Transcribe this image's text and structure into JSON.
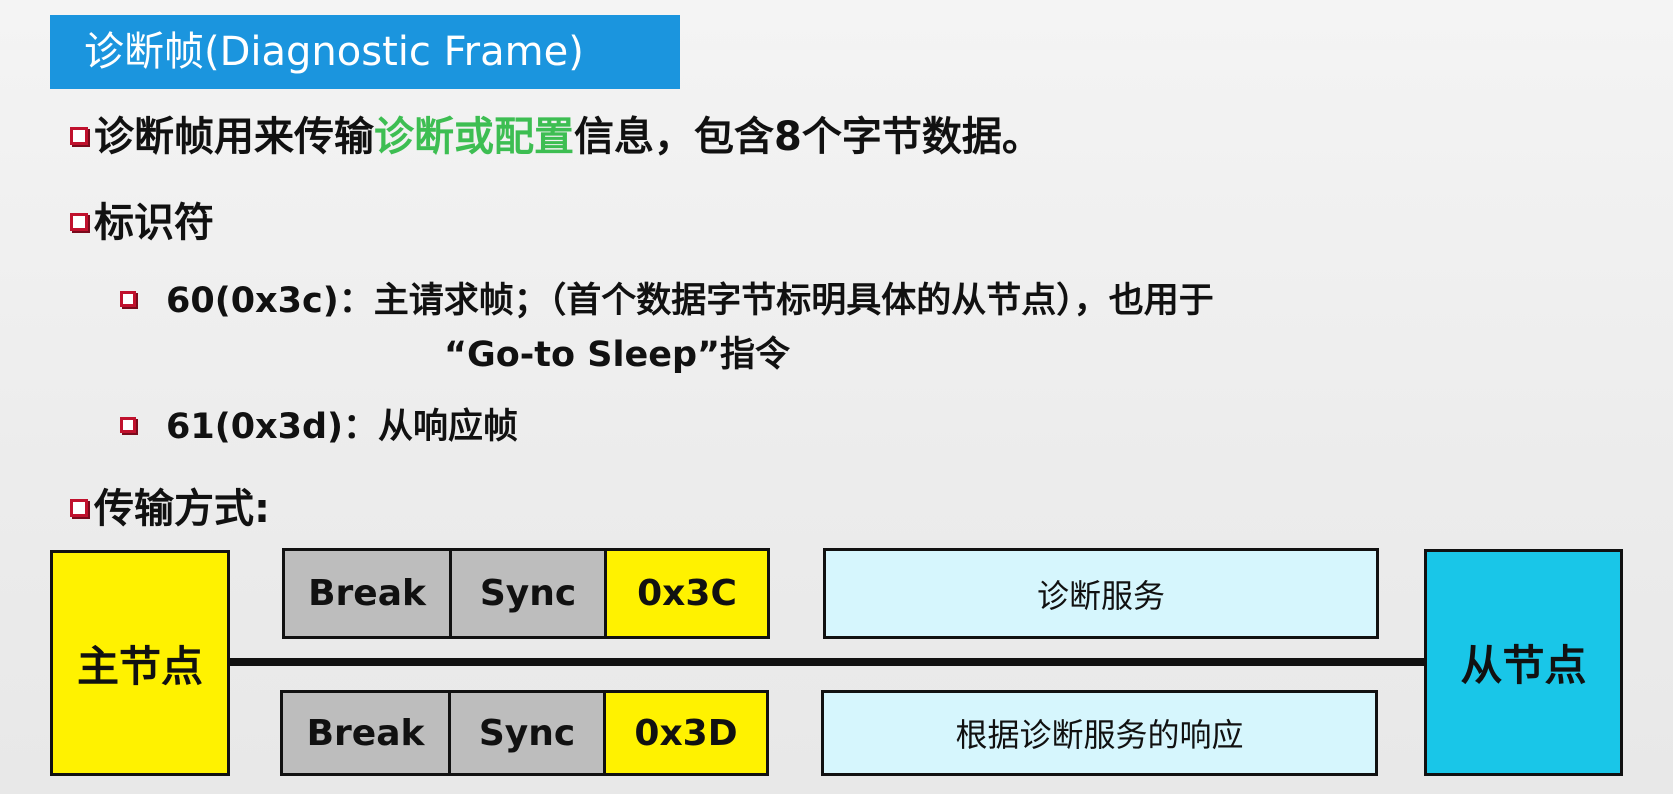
{
  "title": "诊断帧(Diagnostic Frame)",
  "bullets": {
    "b1": {
      "pre": "诊断帧用来传输",
      "highlight": "诊断或配置",
      "post": "信息，包含8个字节数据。"
    },
    "b2": "标识符",
    "sub1": {
      "line1": "60(0x3c)：主请求帧；（首个数据字节标明具体的从节点），也用于",
      "line2": "“Go-to Sleep”指令"
    },
    "sub2": "61(0x3d)：从响应帧",
    "b3": "传输方式:"
  },
  "diagram": {
    "master": "主节点",
    "slave": "从节点",
    "request": {
      "break": "Break",
      "sync": "Sync",
      "pid": "0x3C",
      "data": "诊断服务"
    },
    "response": {
      "break": "Break",
      "sync": "Sync",
      "pid": "0x3D",
      "data": "根据诊断服务的响应"
    }
  },
  "colors": {
    "title_bg": "#1b95de",
    "highlight": "#3dbe52",
    "bullet_box": "#c0112d",
    "master_node": "#fff200",
    "slave_node": "#19c6e8",
    "header_cells": "#bdbdbd",
    "pid_cells": "#fff200",
    "data_cells": "#d6f6fd"
  }
}
